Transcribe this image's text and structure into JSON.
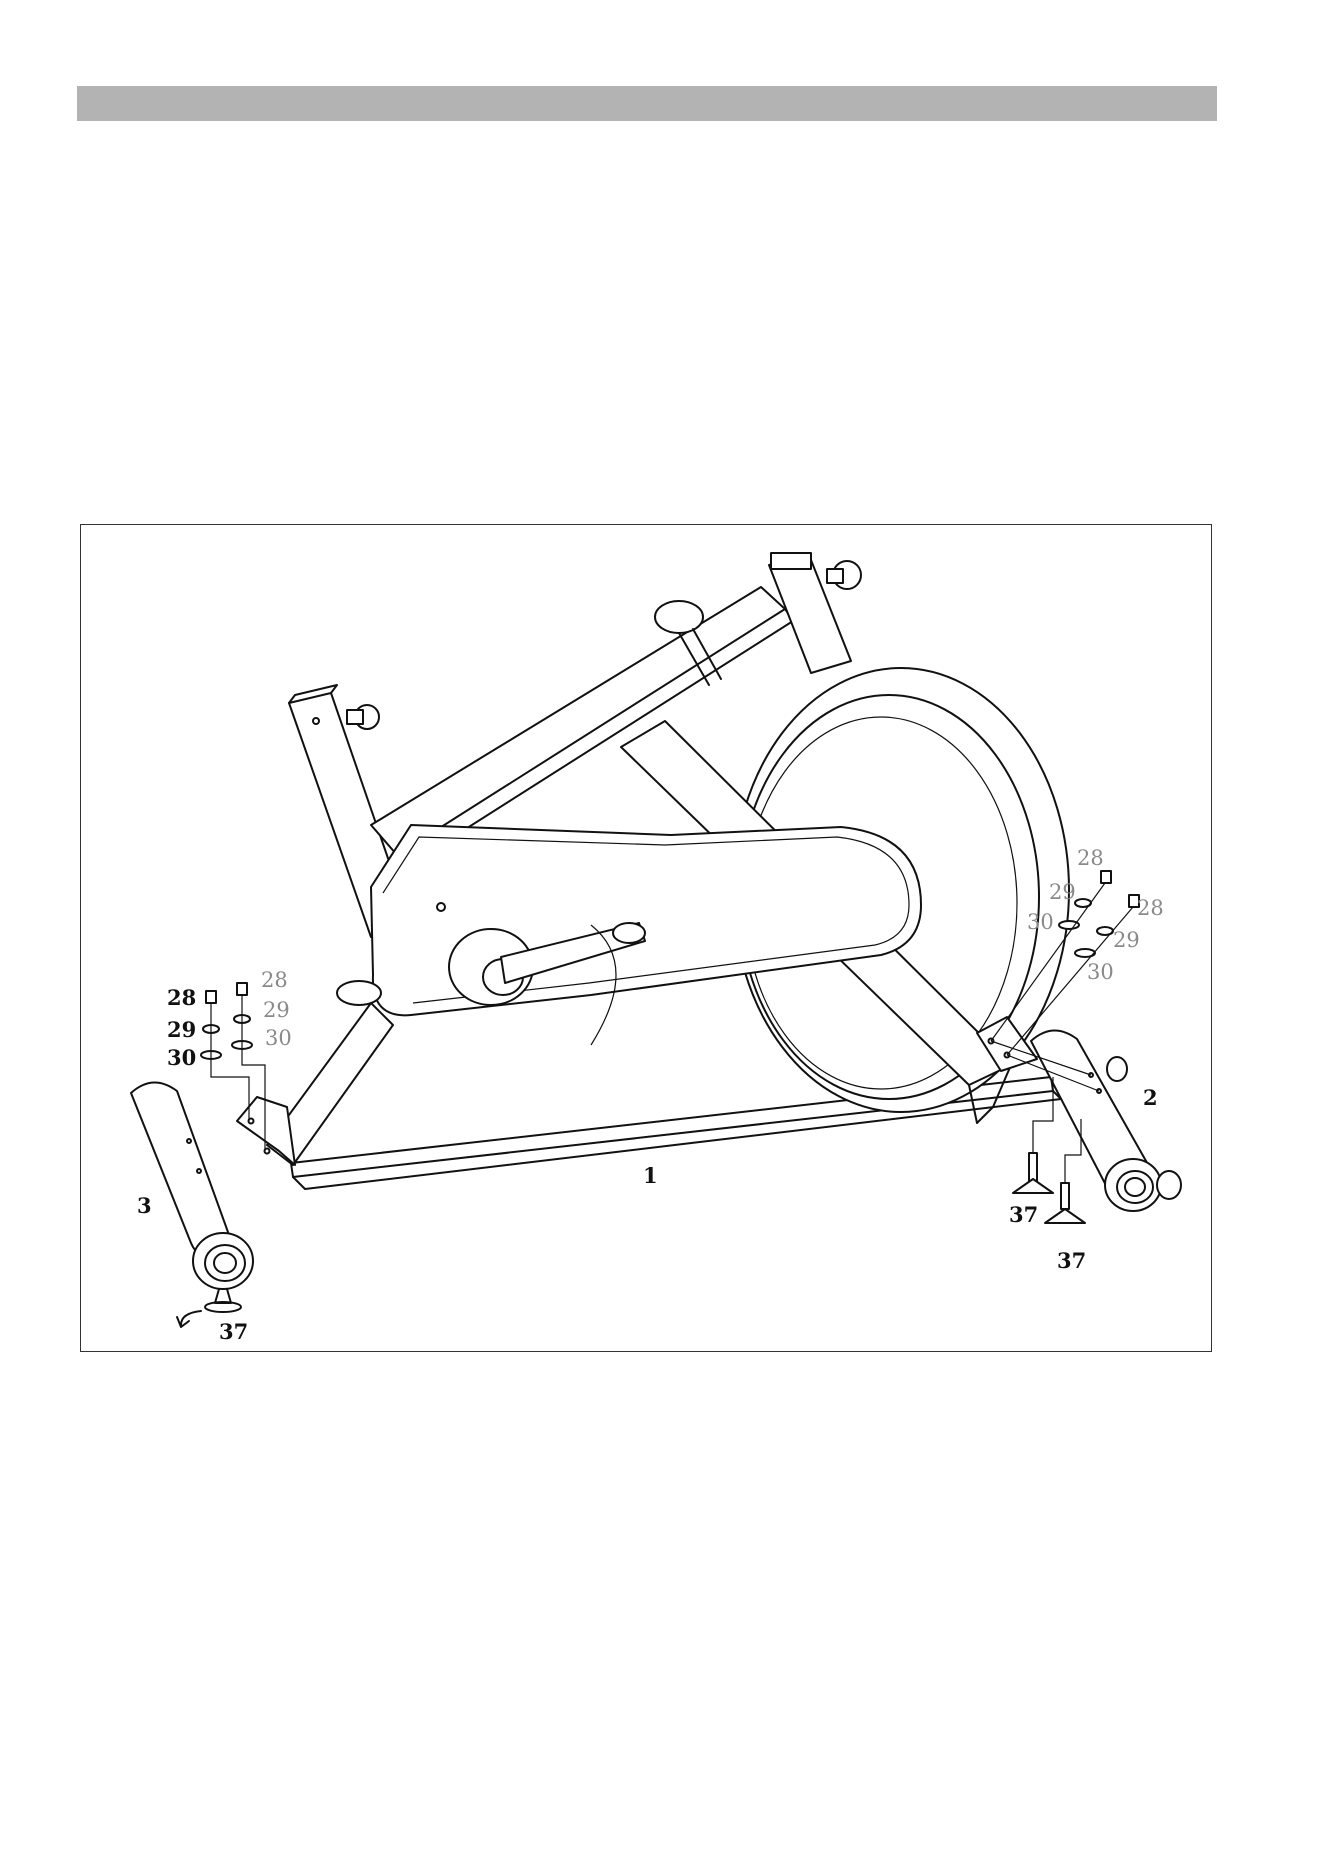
{
  "colors": {
    "header_bar": "#b3b3b3",
    "label_dark": "#111111",
    "label_grey": "#8a8a8a"
  },
  "labels": {
    "frame": "1",
    "front_stabilizer": "2",
    "rear_stabilizer": "3",
    "left_bolt_a": "28",
    "left_washer_a": "29",
    "left_nut_a": "30",
    "left_bolt_b": "28",
    "left_washer_b": "29",
    "left_nut_b": "30",
    "right_bolt_a": "28",
    "right_washer_a": "29",
    "right_nut_a": "30",
    "right_bolt_b": "28",
    "right_washer_b": "29",
    "right_nut_b": "30",
    "foot_rear": "37",
    "foot_front_a": "37",
    "foot_front_b": "37"
  }
}
